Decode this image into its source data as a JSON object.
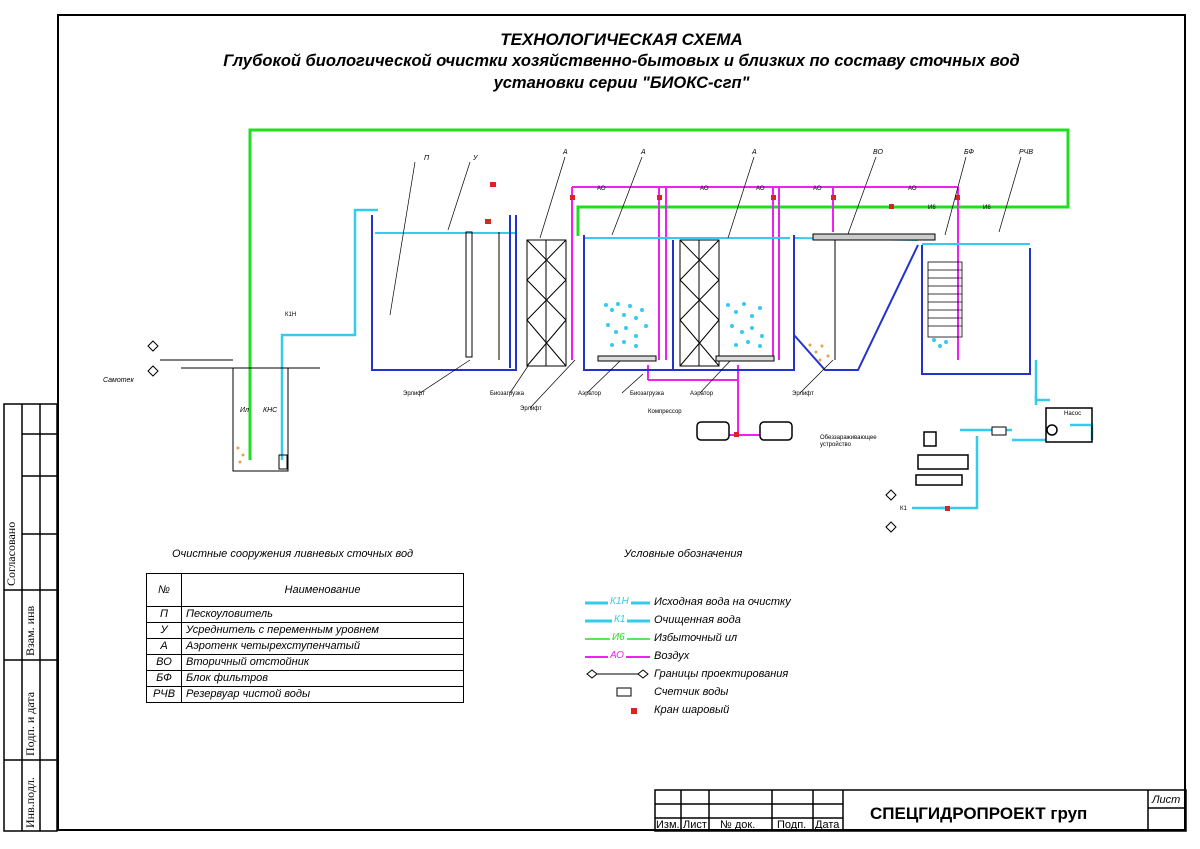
{
  "header": {
    "line1": "ТЕХНОЛОГИЧЕСКАЯ СХЕМА",
    "line2": "Глубокой биологической очистки хозяйственно-бытовых и близких по составу сточных вод",
    "line3": "установки серии \"БИОКС-сгп\""
  },
  "diagram": {
    "tags": {
      "p": "П",
      "u": "У",
      "a1": "А",
      "a2": "А",
      "a3": "А",
      "vo": "ВО",
      "bf": "БФ",
      "rchv": "РЧВ"
    },
    "ao_label": "АО",
    "ib_label": "И6",
    "k1n_label": "К1Н",
    "k1_label": "К1",
    "samotek": "Самотек",
    "il": "Ил",
    "kns": "КНС",
    "erlift": "Эрлифт",
    "biozagruzka": "Биозагрузка",
    "aerator": "Аэратор",
    "kompressor": "Компрессор",
    "nasos": "Насос",
    "obezz_line1": "Обеззараживающее",
    "obezz_line2": "устройство"
  },
  "legend_table": {
    "title": "Очистные сооружения ливневых сточных вод",
    "col_no": "№",
    "col_name": "Наименование",
    "rows": [
      {
        "code": "П",
        "name": "Пескоуловитель"
      },
      {
        "code": "У",
        "name": "Усреднитель с переменным уровнем"
      },
      {
        "code": "А",
        "name": "Аэротенк четырехступенчатый"
      },
      {
        "code": "ВО",
        "name": "Вторичный отстойник"
      },
      {
        "code": "БФ",
        "name": "Блок фильтров"
      },
      {
        "code": "РЧВ",
        "name": "Резервуар чистой воды"
      }
    ]
  },
  "conventions": {
    "title": "Условные обозначения",
    "items": [
      {
        "code": "К1Н",
        "text": "Исходная вода на очистку"
      },
      {
        "code": "К1",
        "text": "Очищенная вода"
      },
      {
        "code": "И6",
        "text": "Избыточный ил"
      },
      {
        "code": "АО",
        "text": "Воздух"
      },
      {
        "code": "",
        "text": "Границы проектирования"
      },
      {
        "code": "",
        "text": "Счетчик воды"
      },
      {
        "code": "",
        "text": "Кран шаровый"
      }
    ]
  },
  "stamp": {
    "izm": "Изм.",
    "list": "Лист",
    "doc": "№ док.",
    "podp": "Подп.",
    "data": "Дата",
    "company": "СПЕЦГИДРОПРОЕКТ груп",
    "sheet": "Лист"
  },
  "sidebar": {
    "soglasovano": "Согласовано",
    "vzam": "Взам. инв",
    "podp_data": "Подп. и дата",
    "inv": "Инв.подл."
  },
  "colors": {
    "cyan": "#33CCEE",
    "green": "#22DD22",
    "magenta": "#EE22EE",
    "blue": "#2233CC",
    "red": "#DD2222"
  }
}
